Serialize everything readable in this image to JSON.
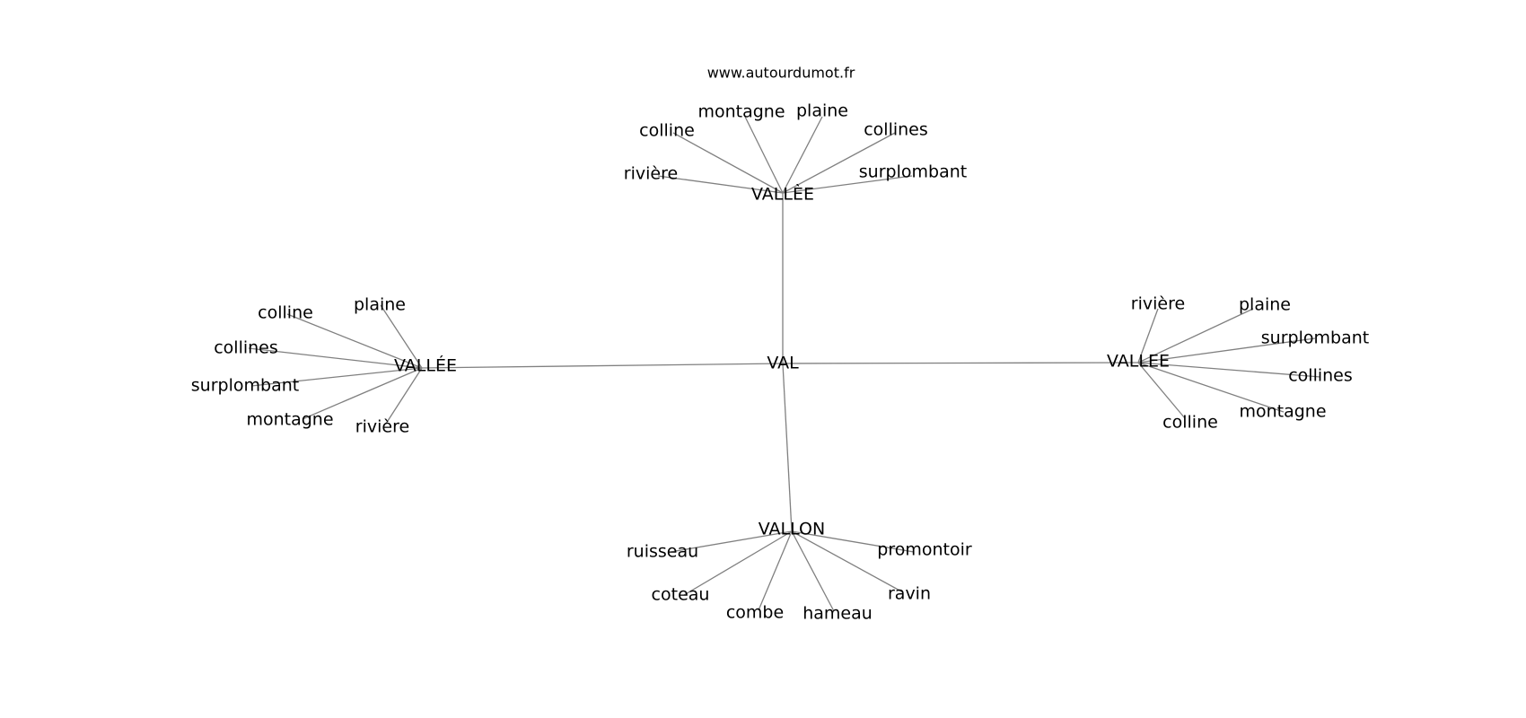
{
  "source": "www.autourdumot.fr",
  "graph": {
    "center": "VAL",
    "hubs": [
      {
        "id": "hub-top",
        "label": "VALLÈE",
        "leaves": [
          "colline",
          "montagne",
          "plaine",
          "collines",
          "rivière",
          "surplombant"
        ]
      },
      {
        "id": "hub-left",
        "label": "VALLÉE",
        "leaves": [
          "colline",
          "plaine",
          "collines",
          "surplombant",
          "montagne",
          "rivière"
        ]
      },
      {
        "id": "hub-right",
        "label": "VALLEE",
        "leaves": [
          "rivière",
          "plaine",
          "surplombant",
          "collines",
          "montagne",
          "colline"
        ]
      },
      {
        "id": "hub-bottom",
        "label": "VALLON",
        "leaves": [
          "ruisseau",
          "promontoir",
          "coteau",
          "combe",
          "hameau",
          "ravin"
        ]
      }
    ]
  },
  "colors": {
    "edge": "#808080",
    "text": "#000000",
    "background": "#ffffff"
  }
}
